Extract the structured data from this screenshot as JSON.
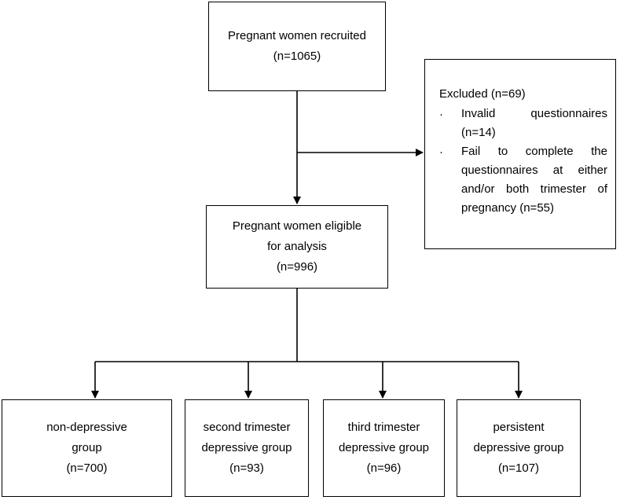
{
  "nodes": {
    "recruited": {
      "lines": [
        "Pregnant women recruited",
        "(n=1065)"
      ]
    },
    "eligible": {
      "lines": [
        "Pregnant women eligible",
        "for analysis",
        "(n=996)"
      ]
    },
    "excluded": {
      "title": "Excluded (n=69)",
      "bullet": "·",
      "items": [
        {
          "lines": [
            "Invalid questionnaires",
            "(n=14)"
          ]
        },
        {
          "lines": [
            "Fail to complete the",
            "questionnaires at either",
            "and/or both trimester of",
            "pregnancy (n=55)"
          ]
        }
      ]
    },
    "groups": [
      {
        "lines": [
          "non-depressive",
          "group",
          "(n=700)"
        ]
      },
      {
        "lines": [
          "second trimester",
          "depressive group",
          "(n=93)"
        ]
      },
      {
        "lines": [
          "third trimester",
          "depressive group",
          "(n=96)"
        ]
      },
      {
        "lines": [
          "persistent",
          "depressive group",
          "(n=107)"
        ]
      }
    ]
  },
  "edges": [
    {
      "from": "recruited",
      "to": "eligible"
    },
    {
      "from": "recruited",
      "to": "excluded"
    },
    {
      "from": "eligible",
      "to": "groups.0"
    },
    {
      "from": "eligible",
      "to": "groups.1"
    },
    {
      "from": "eligible",
      "to": "groups.2"
    },
    {
      "from": "eligible",
      "to": "groups.3"
    }
  ],
  "colors": {
    "line": "#000000",
    "background": "#ffffff"
  }
}
